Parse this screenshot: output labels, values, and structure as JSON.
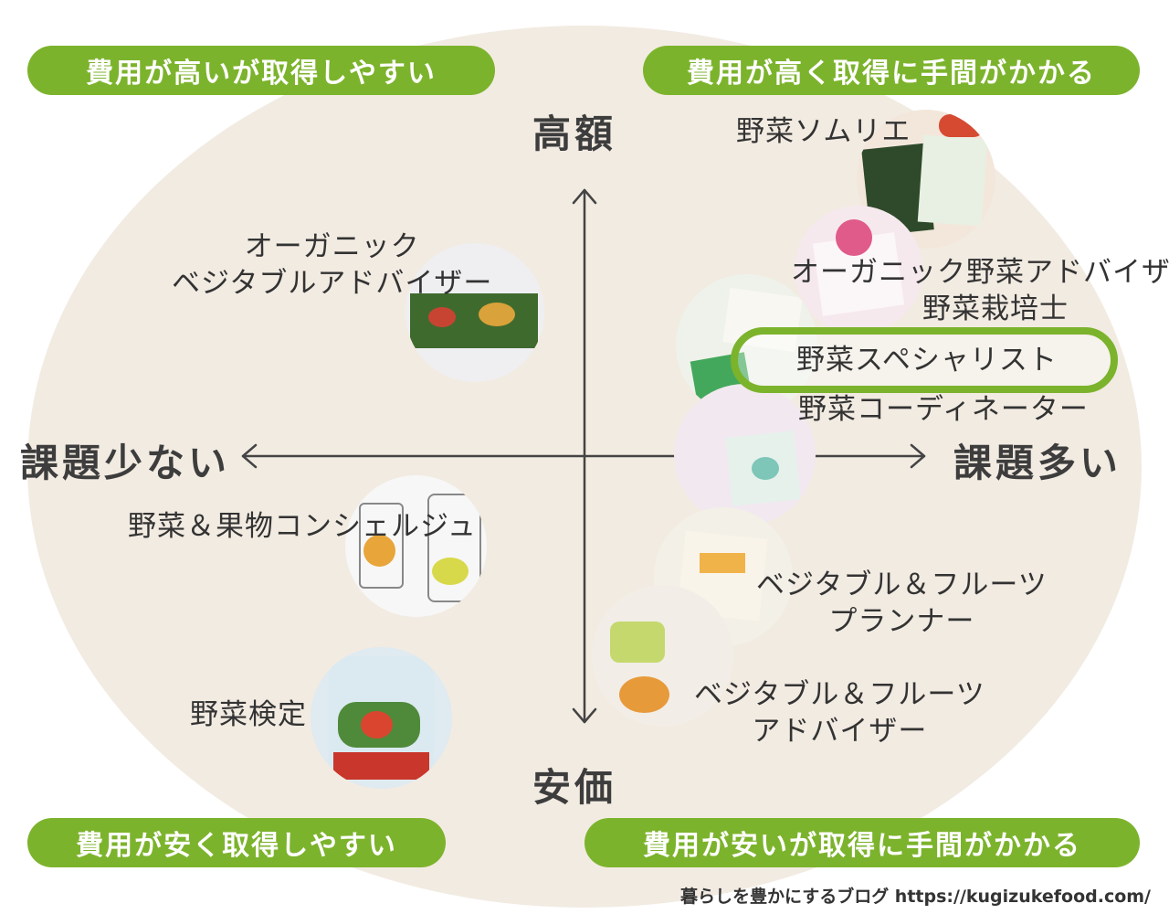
{
  "quadrants": {
    "top_left": "費用が高いが取得しやすい",
    "top_right": "費用が高く取得に手間がかかる",
    "bottom_left": "費用が安く取得しやすい",
    "bottom_right": "費用が安いが取得に手間がかかる"
  },
  "axes": {
    "top": "高額",
    "bottom": "安価",
    "left": "課題少ない",
    "right": "課題多い"
  },
  "certifications": [
    {
      "lines": [
        "野菜ソムリエ"
      ]
    },
    {
      "lines": [
        "オーガニック",
        "ベジタブルアドバイザー"
      ]
    },
    {
      "lines": [
        "オーガニック野菜アドバイザー",
        "野菜栽培士"
      ]
    },
    {
      "lines": [
        "野菜スペシャリスト"
      ],
      "highlighted": true
    },
    {
      "lines": [
        "野菜コーディネーター"
      ]
    },
    {
      "lines": [
        "野菜＆果物コンシェルジュ"
      ]
    },
    {
      "lines": [
        "ベジタブル＆フルーツ",
        "プランナー"
      ]
    },
    {
      "lines": [
        "野菜検定"
      ]
    },
    {
      "lines": [
        "ベジタブル＆フルーツ",
        "アドバイザー"
      ]
    }
  ],
  "credit": "暮らしを豊かにするブログ https://kugizukefood.com/",
  "colors": {
    "accent": "#7cb32c",
    "background_oval": "#f2ebe2",
    "text": "#3d3d3d"
  }
}
